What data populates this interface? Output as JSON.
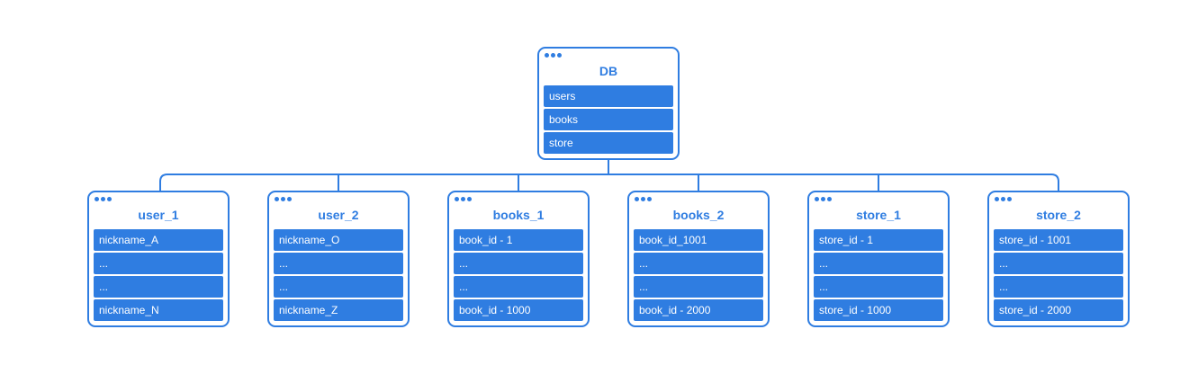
{
  "colors": {
    "accent": "#2f7de1",
    "background": "#ffffff"
  },
  "root": {
    "title": "DB",
    "rows": [
      "users",
      "books",
      "store"
    ]
  },
  "children": [
    {
      "title": "user_1",
      "rows": [
        "nickname_A",
        "...",
        "...",
        "nickname_N"
      ]
    },
    {
      "title": "user_2",
      "rows": [
        "nickname_O",
        "...",
        "...",
        "nickname_Z"
      ]
    },
    {
      "title": "books_1",
      "rows": [
        "book_id - 1",
        "...",
        "...",
        "book_id - 1000"
      ]
    },
    {
      "title": "books_2",
      "rows": [
        "book_id_1001",
        "...",
        "...",
        "book_id - 2000"
      ]
    },
    {
      "title": "store_1",
      "rows": [
        "store_id - 1",
        "...",
        "...",
        "store_id - 1000"
      ]
    },
    {
      "title": "store_2",
      "rows": [
        "store_id - 1001",
        "...",
        "...",
        "store_id - 2000"
      ]
    }
  ]
}
